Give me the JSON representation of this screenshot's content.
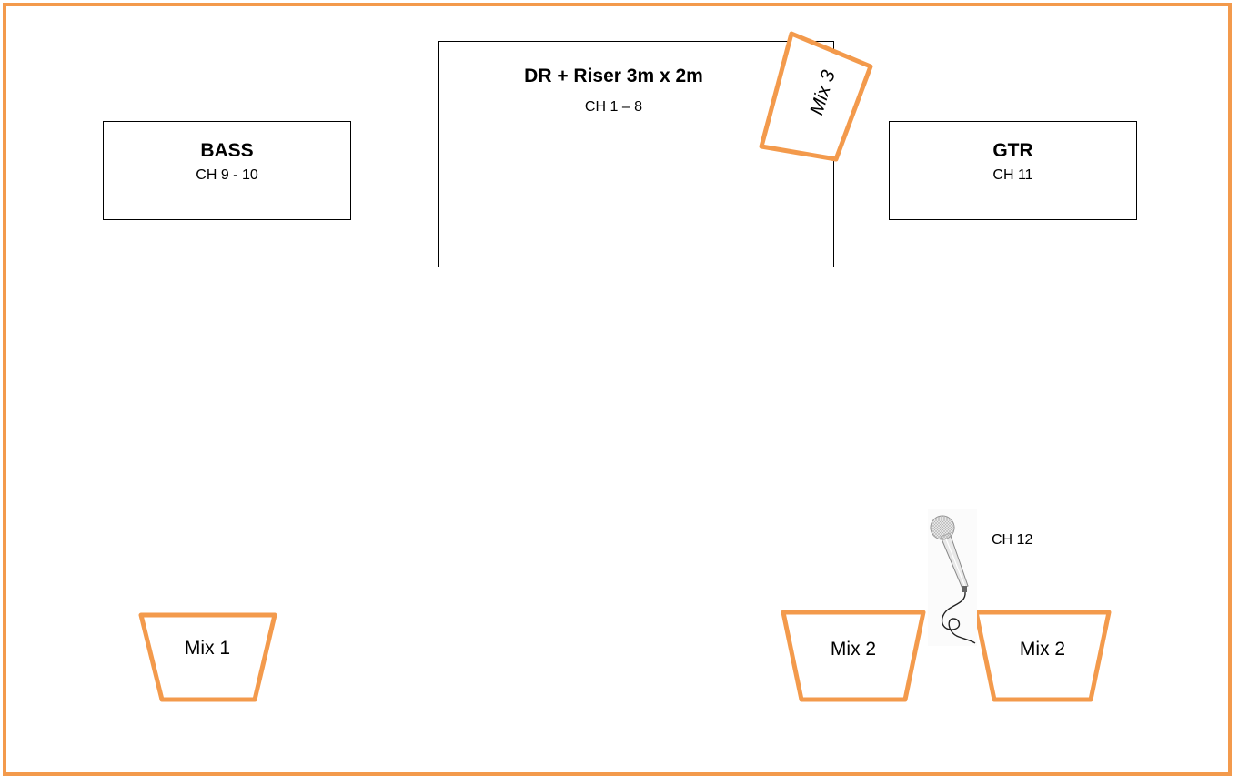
{
  "stage": {
    "border_color": "#f39a4c",
    "drums": {
      "name": "DR + Riser 3m x 2m",
      "channels": "CH 1 – 8"
    },
    "bass": {
      "name": "BASS",
      "channels": "CH 9 - 10"
    },
    "guitar": {
      "name": "GTR",
      "channels": "CH 11"
    },
    "monitors": [
      {
        "label": "Mix 1"
      },
      {
        "label": "Mix 2"
      },
      {
        "label": "Mix 2"
      },
      {
        "label": "Mix 3"
      }
    ],
    "vocal_mic": {
      "channel": "CH 12",
      "icon": "microphone-icon"
    }
  }
}
